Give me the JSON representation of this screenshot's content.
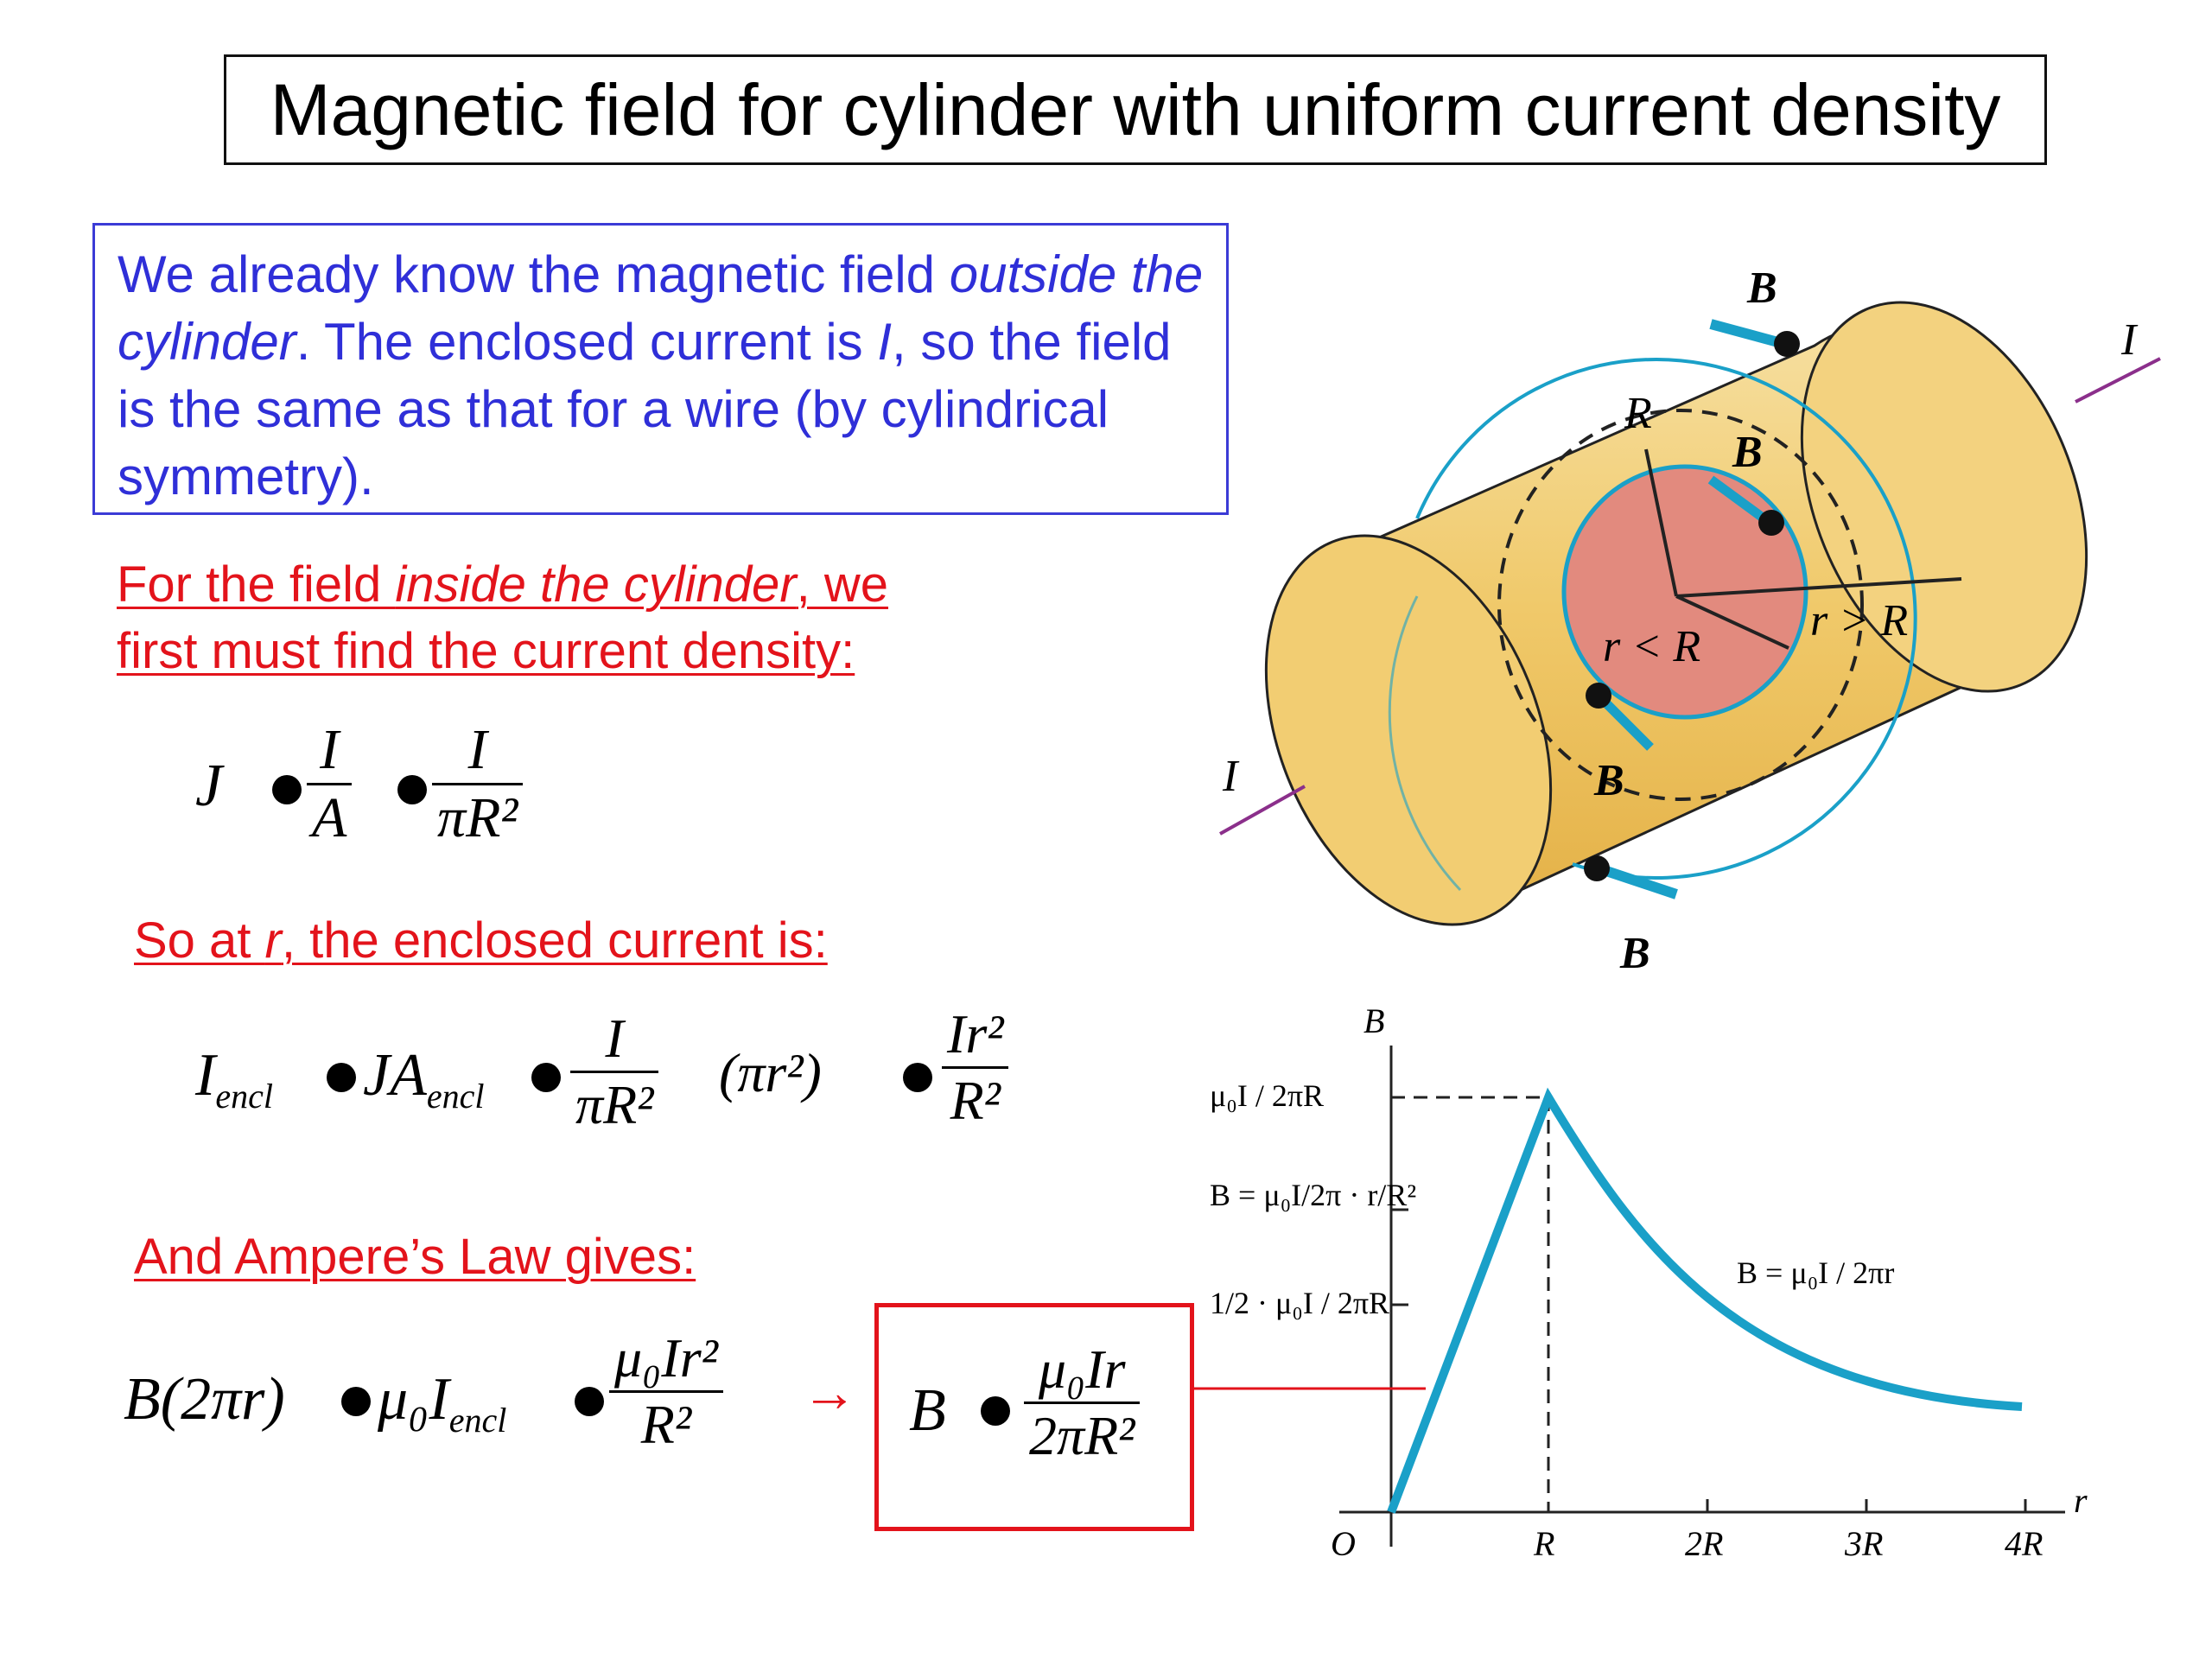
{
  "title": "Magnetic field for cylinder with uniform current density",
  "intro": {
    "part1": "We already know the magnetic field ",
    "part2_italic": "outside the cylinder",
    "part3": ".  The enclosed current is ",
    "part4_italic": "I",
    "part5": ", so the field is the same as that for a wire (by cylindrical symmetry)."
  },
  "heading1": {
    "part1": "For the field ",
    "part2_italic": "inside the cylinder",
    "part3": ", we first must find the current density:"
  },
  "heading2": {
    "part1": "So at ",
    "part2_italic": "r",
    "part3": ", the enclosed current is:"
  },
  "heading3": "And Ampere’s Law gives:",
  "eq1": {
    "lhs": "J",
    "frac1_num": "I",
    "frac1_den": "A",
    "frac2_num": "I",
    "frac2_den": "πR²"
  },
  "eq2": {
    "lhs_main": "I",
    "lhs_sub": "encl",
    "mid_main": "JA",
    "mid_sub": "encl",
    "frac1_num": "I",
    "frac1_den": "πR²",
    "paren": "(πr²)",
    "frac2_num": "Ir²",
    "frac2_den": "R²"
  },
  "eq3": {
    "lhs": "B(2πr)",
    "mid_main": "μ₀I",
    "mid_sub": "encl",
    "frac_num": "μ₀Ir²",
    "frac_den": "R²",
    "arrow": "→"
  },
  "result": {
    "lhs": "B",
    "frac_num": "μ₀Ir",
    "frac_den": "2πR²"
  },
  "figure": {
    "label_B": "B",
    "label_I": "I",
    "label_R": "R",
    "label_r_lt_R": "r < R",
    "label_r_gt_R": "r > R",
    "colors": {
      "cylinder": "#f0c96a",
      "core": "#e28a7e",
      "field": "#1aa0c8",
      "current_arrow": "#8b2f8b"
    }
  },
  "graph": {
    "y_axis_label": "B",
    "x_axis_label": "r",
    "origin": "O",
    "x_ticks": [
      "R",
      "2R",
      "3R",
      "4R"
    ],
    "y_tick_peak": "μ₀I / 2πR",
    "y_tick_half": "1/2 · μ₀I / 2πR",
    "inside_eq": "B = μ₀I/2π · r/R²",
    "outside_eq": "B = μ₀I / 2πr",
    "line_color": "#1aa0c8"
  }
}
